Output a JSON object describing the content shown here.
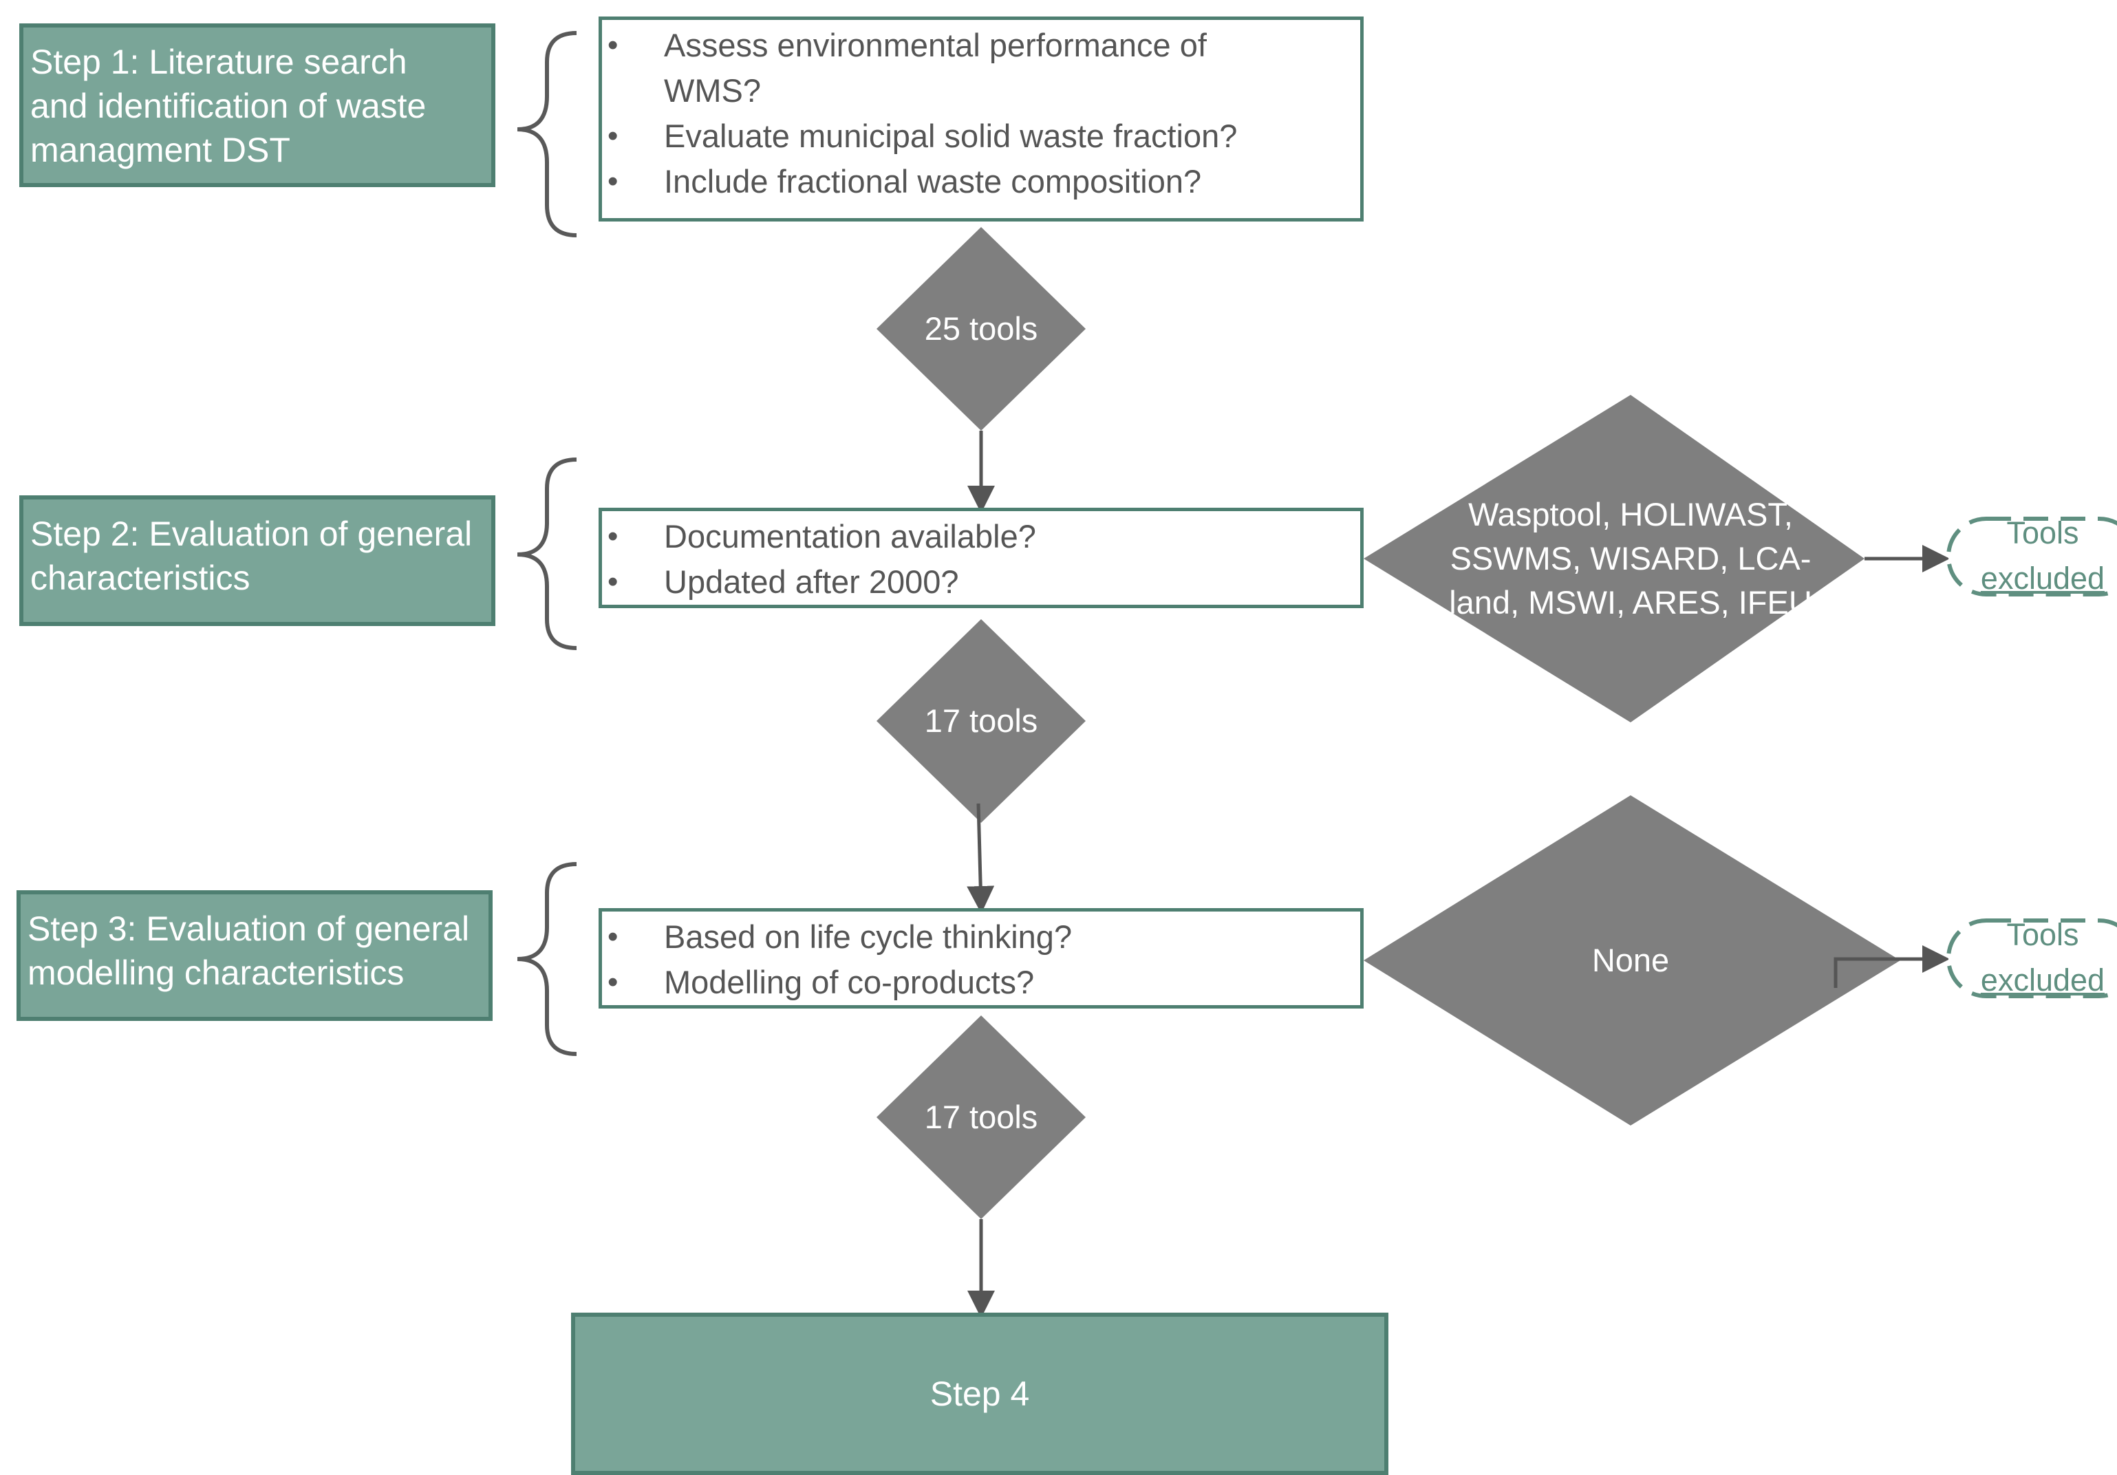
{
  "colors": {
    "step_fill": "#7aa598",
    "step_border": "#4e7f71",
    "decision_fill": "#7f7f7f",
    "brace": "#595959",
    "arrow": "#555555",
    "text_dark": "#555555",
    "excluded_text": "#5f8f80"
  },
  "steps": [
    {
      "label": "Step 1: Literature search and identification of waste managment DST",
      "lines": [
        "Step 1: Literature search",
        "and identification of waste",
        "managment DST"
      ],
      "questions": [
        "Assess environmental performance of WMS?",
        "Evaluate municipal solid waste fraction?",
        "Include fractional waste composition?"
      ],
      "question_lines": [
        [
          "Assess environmental performance of",
          "WMS?"
        ],
        [
          "Evaluate municipal solid waste fraction?"
        ],
        [
          "Include fractional waste composition?"
        ]
      ],
      "result": "25 tools"
    },
    {
      "label": "Step 2: Evaluation of general characteristics",
      "lines": [
        "Step 2: Evaluation of general",
        "characteristics"
      ],
      "questions": [
        "Documentation available?",
        "Updated after 2000?"
      ],
      "question_lines": [
        [
          "Documentation available?"
        ],
        [
          "Updated after 2000?"
        ]
      ],
      "result": "17 tools",
      "excluded_tools": "Wasptool, HOLIWAST, SSWMS, WISARD, LCA-land, MSWI, ARES, IFEU",
      "excluded_tools_lines": [
        "Wasptool, HOLIWAST,",
        "SSWMS, WISARD, LCA-",
        "land, MSWI, ARES, IFEU"
      ],
      "excluded_label": "Tools excluded",
      "excluded_label_lines": [
        "Tools",
        "excluded"
      ]
    },
    {
      "label": "Step 3: Evaluation of general modelling characteristics",
      "lines": [
        "Step 3: Evaluation of general",
        "modelling characteristics"
      ],
      "questions": [
        "Based on life cycle thinking?",
        "Modelling of co-products?"
      ],
      "question_lines": [
        [
          "Based on life cycle thinking?"
        ],
        [
          "Modelling of co-products?"
        ]
      ],
      "result": "17 tools",
      "excluded_tools": "None",
      "excluded_label": "Tools excluded",
      "excluded_label_lines": [
        "Tools",
        "excluded"
      ]
    }
  ],
  "final_step": "Step 4"
}
